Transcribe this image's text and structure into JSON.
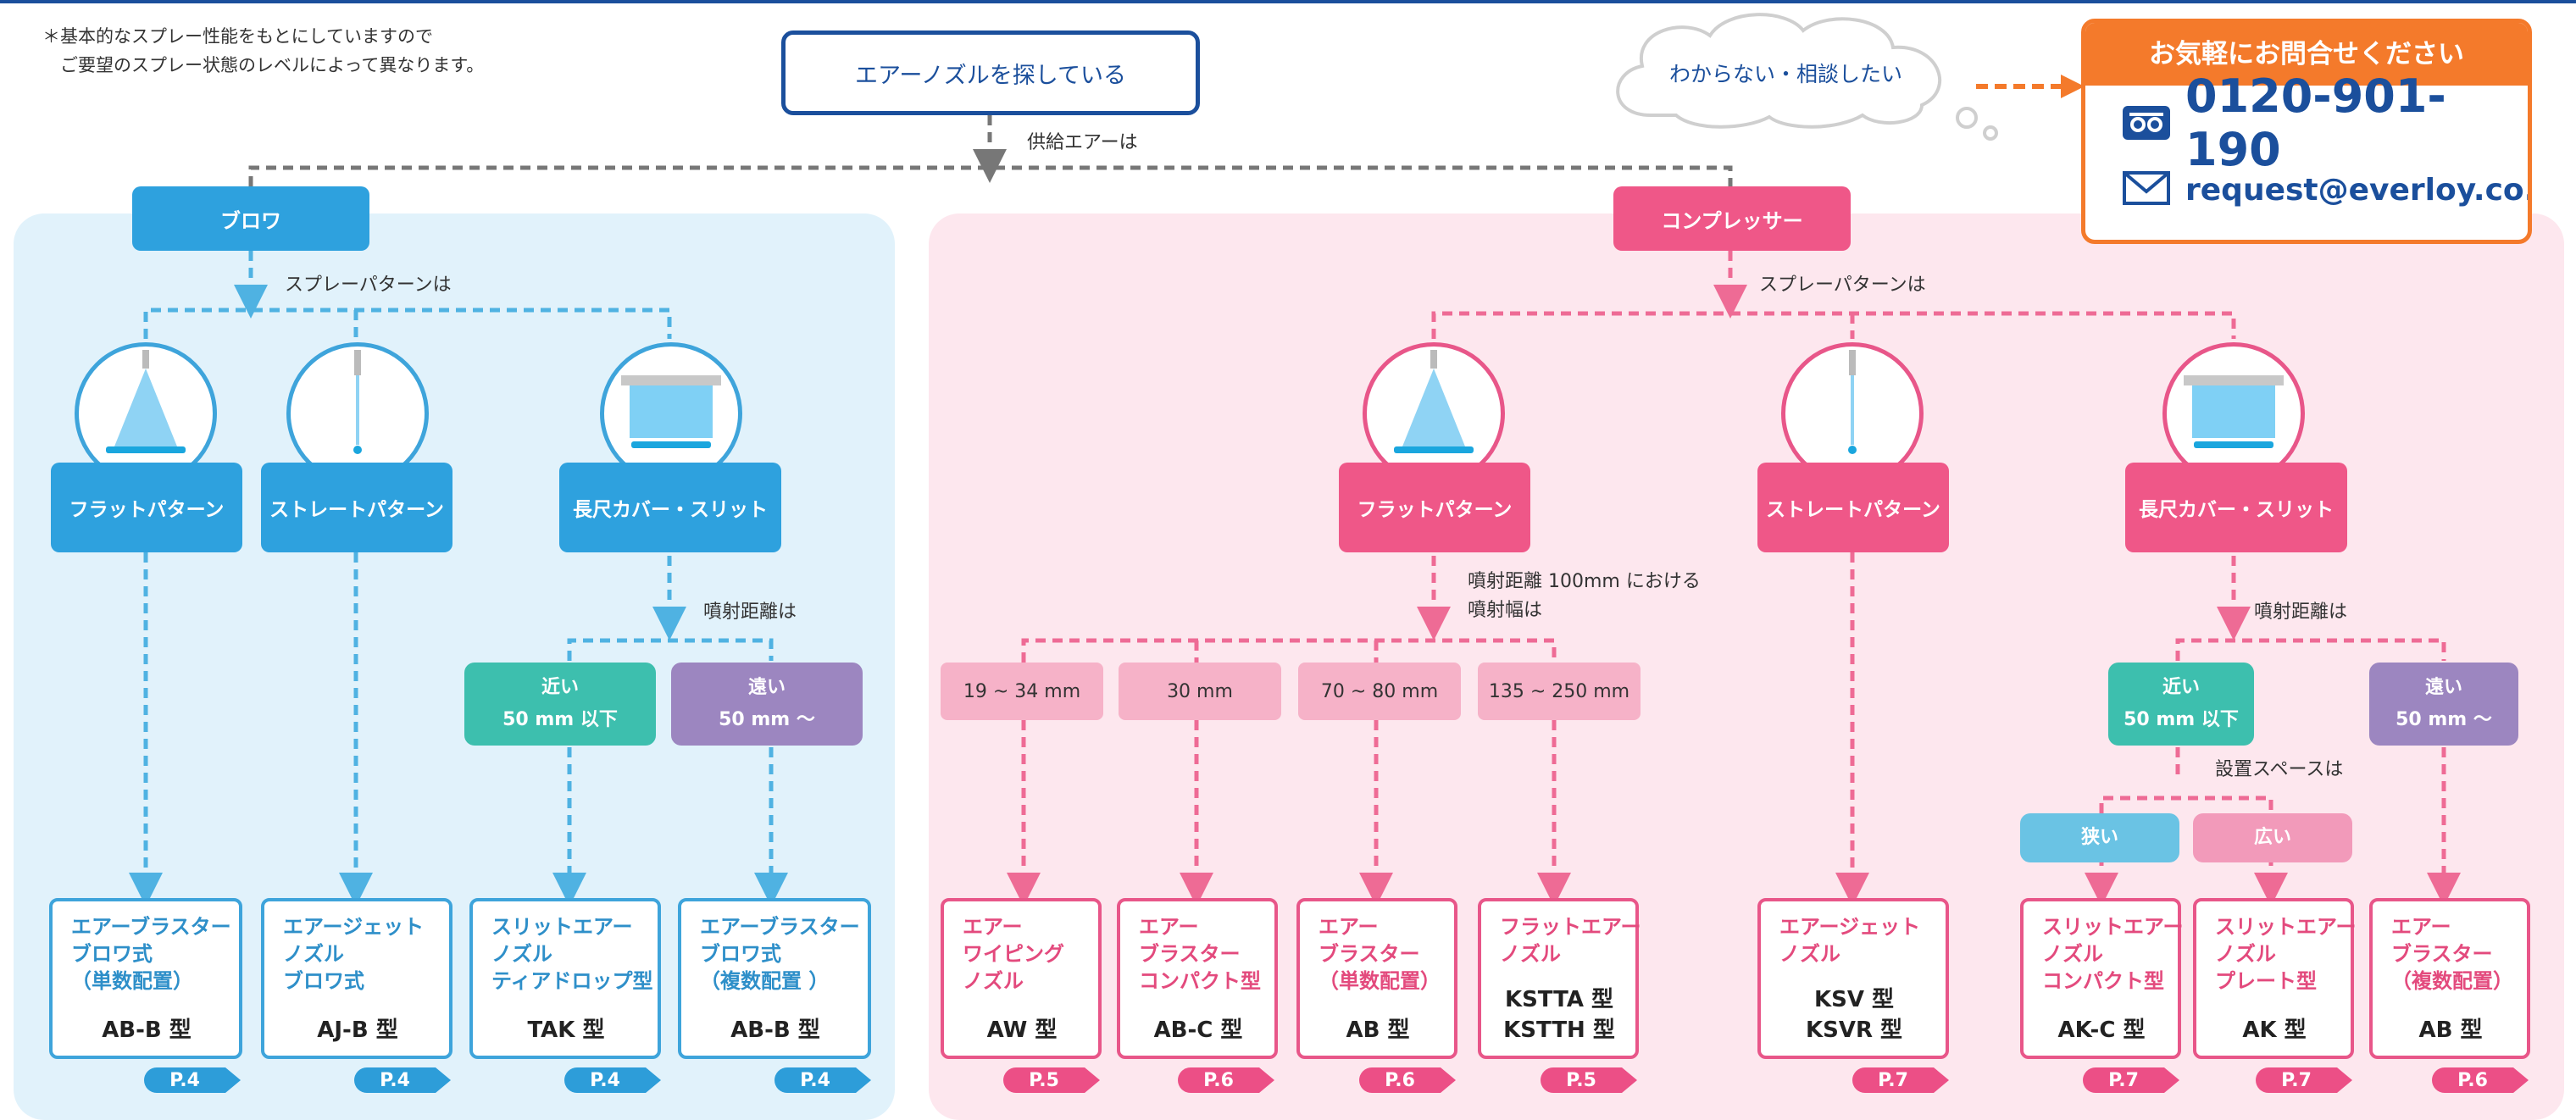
{
  "note": "＊基本的なスプレー性能をもとにしていますので\n　ご要望のスプレー状態のレベルによって異なります。",
  "start_label": "エアーノズルを探している",
  "supply_question": "供給エアーは",
  "consult_label": "わからない・相談したい",
  "contact": {
    "heading": "お気軽にお問合せください",
    "phone": "0120-901-190",
    "email": "request@everloy.co.jp",
    "colors": {
      "orange": "#f47a2b",
      "navy": "#1b4f9c"
    }
  },
  "colors": {
    "blue": "#2ea1de",
    "pink": "#ef5788",
    "teal": "#3dbfae",
    "purple": "#9c86c0"
  },
  "left": {
    "category": "ブロワ",
    "pattern_question": "スプレーパターンは",
    "patterns": [
      "フラットパターン",
      "ストレートパターン",
      "長尺カバー・スリット"
    ],
    "distance_question": "噴射距離は",
    "near": {
      "title": "近い",
      "sub": "50 mm 以下"
    },
    "far": {
      "title": "遠い",
      "sub": "50 mm ～"
    },
    "products": [
      {
        "name": "エアーブラスター\nブロワ式\n（単数配置）",
        "type": "AB-B 型",
        "page": "P.4"
      },
      {
        "name": "エアージェット\nノズル\nブロワ式",
        "type": "AJ-B 型",
        "page": "P.4"
      },
      {
        "name": "スリットエアー\nノズル\nティアドロップ型",
        "type": "TAK 型",
        "page": "P.4"
      },
      {
        "name": "エアーブラスター\nブロワ式\n（複数配置 ）",
        "type": "AB-B 型",
        "page": "P.4"
      }
    ]
  },
  "right": {
    "category": "コンプレッサー",
    "pattern_question": "スプレーパターンは",
    "patterns": [
      "フラットパターン",
      "ストレートパターン",
      "長尺カバー・スリット"
    ],
    "width_question": "噴射距離 100mm における\n噴射幅は",
    "widths": [
      "19 ~ 34 mm",
      "30 mm",
      "70 ~ 80 mm",
      "135 ~ 250 mm"
    ],
    "distance_question": "噴射距離は",
    "near": {
      "title": "近い",
      "sub": "50 mm 以下"
    },
    "far": {
      "title": "遠い",
      "sub": "50 mm ～"
    },
    "space_question": "設置スペースは",
    "narrow": "狭い",
    "wide": "広い",
    "products": [
      {
        "name": "エアー\nワイピング\nノズル",
        "type": "AW 型",
        "page": "P.5"
      },
      {
        "name": "エアー\nブラスター\nコンパクト型",
        "type": "AB-C 型",
        "page": "P.6"
      },
      {
        "name": "エアー\nブラスター\n（単数配置）",
        "type": "AB 型",
        "page": "P.6"
      },
      {
        "name": "フラットエアー\nノズル",
        "type": "KSTTA 型\nKSTTH 型",
        "page": "P.5"
      },
      {
        "name": "エアージェット\nノズル",
        "type": "KSV 型\nKSVR 型",
        "page": "P.7"
      },
      {
        "name": "スリットエアー\nノズル\nコンパクト型",
        "type": "AK-C 型",
        "page": "P.7"
      },
      {
        "name": "スリットエアー\nノズル\nプレート型",
        "type": "AK 型",
        "page": "P.7"
      },
      {
        "name": "エアー\nブラスター\n（複数配置）",
        "type": "AB 型",
        "page": "P.6"
      }
    ]
  },
  "icons": [
    "flat-spray-icon",
    "straight-spray-icon",
    "slit-spray-icon",
    "phone-icon",
    "mail-icon"
  ]
}
